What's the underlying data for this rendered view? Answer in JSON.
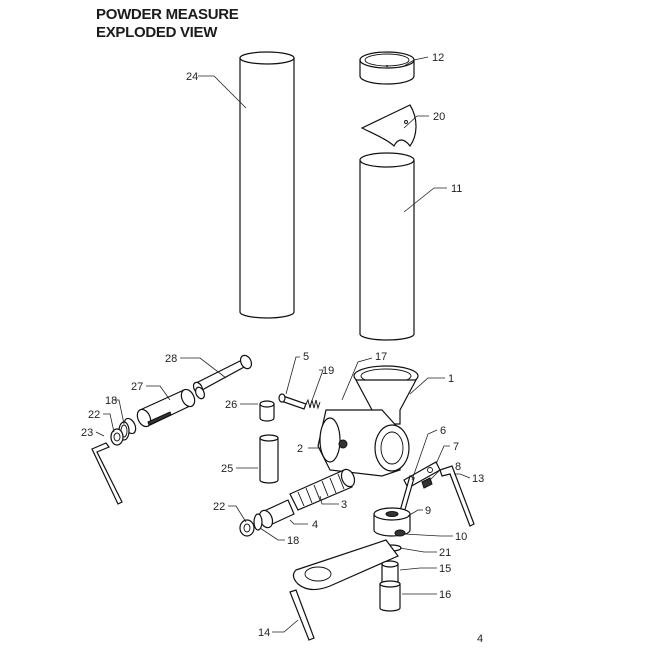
{
  "title": {
    "line1": "POWDER MEASURE",
    "line2": "EXPLODED VIEW"
  },
  "page_number": "4",
  "callouts": {
    "c1": "1",
    "c2": "2",
    "c3": "3",
    "c4": "4",
    "c5": "5",
    "c6": "6",
    "c7": "7",
    "c8": "8",
    "c9": "9",
    "c10": "10",
    "c11": "11",
    "c12": "12",
    "c13": "13",
    "c14": "14",
    "c15": "15",
    "c16": "16",
    "c17": "17",
    "c18a": "18",
    "c18b": "18",
    "c19": "19",
    "c20": "20",
    "c21": "21",
    "c22a": "22",
    "c22b": "22",
    "c23": "23",
    "c24": "24",
    "c25": "25",
    "c26": "26",
    "c27": "27",
    "c28": "28"
  }
}
